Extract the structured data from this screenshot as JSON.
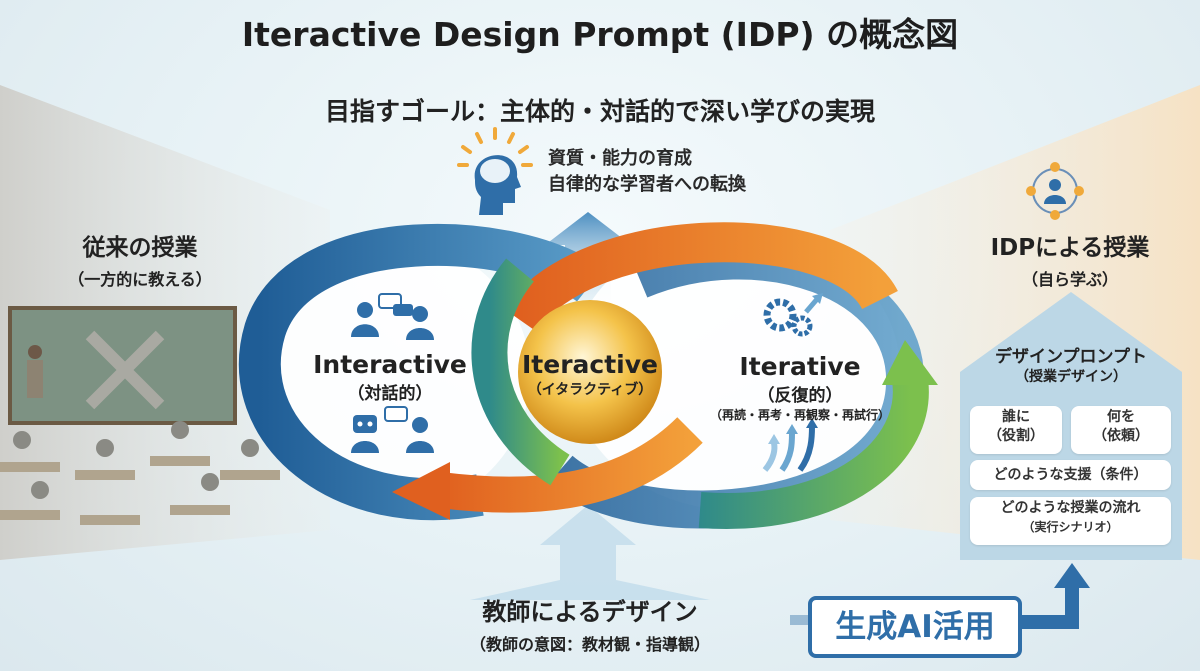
{
  "title": "Iteractive Design Prompt (IDP) の概念図",
  "goal": {
    "heading": "目指すゴール：主体的・対話的で深い学びの実現",
    "line1": "資質・能力の育成",
    "line2": "自律的な学習者への転換"
  },
  "traditional": {
    "title": "従来の授業",
    "subtitle": "（一方的に教える）"
  },
  "idp_class": {
    "title": "IDPによる授業",
    "subtitle": "（自ら学ぶ）"
  },
  "loop": {
    "interactive": {
      "title": "Interactive",
      "subtitle": "（対話的）"
    },
    "iteractive": {
      "title": "Iteractive",
      "subtitle": "（イタラクティブ）"
    },
    "iterative": {
      "title": "Iterative",
      "subtitle": "（反復的）",
      "detail": "（再読・再考・再観察・再試行）"
    }
  },
  "design_prompt": {
    "title": "デザインプロンプト",
    "subtitle": "（授業デザイン）",
    "who": {
      "label": "誰に",
      "sub": "（役割）"
    },
    "what": {
      "label": "何を",
      "sub": "（依頼）"
    },
    "support": "どのような支援（条件）",
    "flow": {
      "label": "どのような授業の流れ",
      "sub": "（実行シナリオ）"
    }
  },
  "teacher_design": {
    "title": "教師によるデザイン",
    "subtitle": "（教師の意図：教材観・指導観）"
  },
  "ai_label": "生成AI活用",
  "colors": {
    "blue": "#2f6ea8",
    "orange": "#e8792a",
    "green": "#5aa64a",
    "gold": "#f2b632"
  }
}
